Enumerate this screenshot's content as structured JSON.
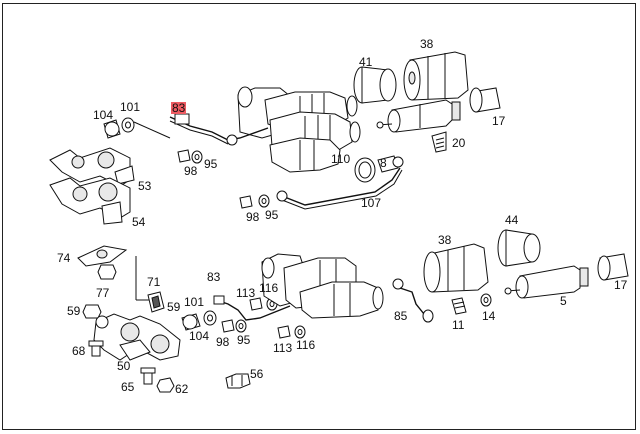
{
  "diagram": {
    "highlight_color": "#ef5b62",
    "labels": {
      "l41": "41",
      "l38a": "38",
      "l104a": "104",
      "l101a": "101",
      "l83a": "83",
      "l98a": "98",
      "l95a": "95",
      "l110": "110",
      "l8": "8",
      "l20": "20",
      "l17a": "17",
      "l53": "53",
      "l54": "54",
      "l98b": "98",
      "l95b": "95",
      "l107": "107",
      "l74": "74",
      "l77": "77",
      "l71": "71",
      "l59a": "59",
      "l59b": "59",
      "l83b": "83",
      "l101b": "101",
      "l113a": "113",
      "l116a": "116",
      "l104b": "104",
      "l98c": "98",
      "l95c": "95",
      "l113b": "113",
      "l116b": "116",
      "l68": "68",
      "l50": "50",
      "l65": "65",
      "l62": "62",
      "l56": "56",
      "l38b": "38",
      "l44": "44",
      "l85": "85",
      "l11": "11",
      "l14": "14",
      "l5": "5",
      "l17b": "17"
    }
  }
}
